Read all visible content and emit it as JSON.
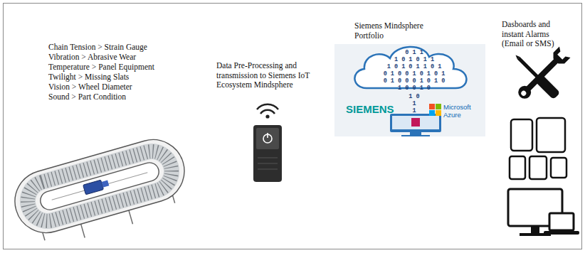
{
  "diagram": {
    "labels": [
      "Chain Tension > Strain Gauge",
      "Vibration > Abrasive Wear",
      "Temperature > Panel Equipment",
      "Twilight > Missing Slats",
      "Vision > Wheel Diameter",
      "Sound > Part Condition",
      "Data Pre-Processing and transmission to Siemens IoT Ecosystem Mindsphere",
      "Siemens Mindsphere Portfolio",
      "Dasboards and instant Alarms (Email or SMS)",
      "SIEMENS",
      "Microsoft Azure",
      "0 1 1",
      "1 0 1 0 1 1",
      "1 0 1 0 1 1 0 1",
      "0 1 0 0 1 0 1 0 1",
      "0 1 0 0 0 1 0 1 0",
      "1 0 0 1 0",
      "1 0",
      "1",
      "1"
    ]
  }
}
